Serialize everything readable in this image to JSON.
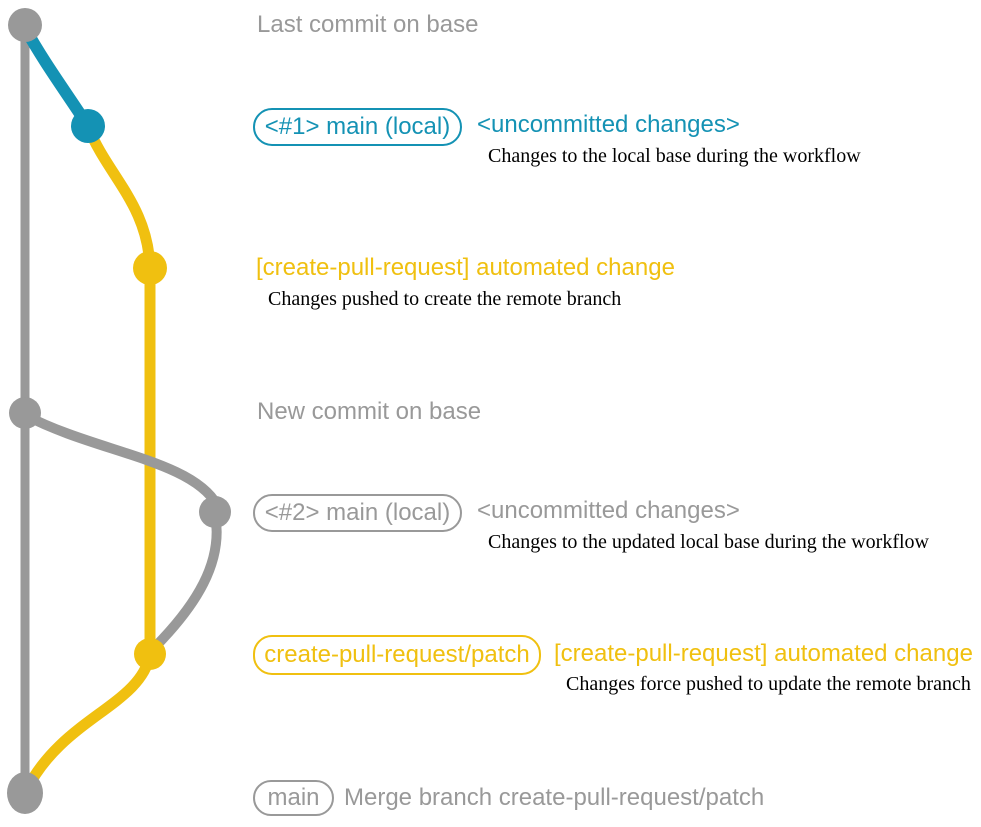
{
  "colors": {
    "gray": "#999999",
    "teal": "#1492b4",
    "yellow": "#f0c010",
    "ink": "#000000"
  },
  "annotations": {
    "last_commit": {
      "label": "Last commit on base"
    },
    "step1": {
      "branch_tag": "<#1> main (local)",
      "status": "<uncommitted changes>",
      "description": "Changes to the local base during the workflow"
    },
    "step2": {
      "title": "[create-pull-request] automated change",
      "description": "Changes pushed to create the remote branch"
    },
    "new_commit": {
      "label": "New commit on base"
    },
    "step3": {
      "branch_tag": "<#2> main (local)",
      "status": "<uncommitted changes>",
      "description": "Changes to the updated local base during the workflow"
    },
    "step4": {
      "branch_tag": "create-pull-request/patch",
      "title": "[create-pull-request] automated change",
      "description": "Changes force pushed to update the remote branch"
    },
    "merge": {
      "branch_tag": "main",
      "label": "Merge branch create-pull-request/patch"
    }
  }
}
